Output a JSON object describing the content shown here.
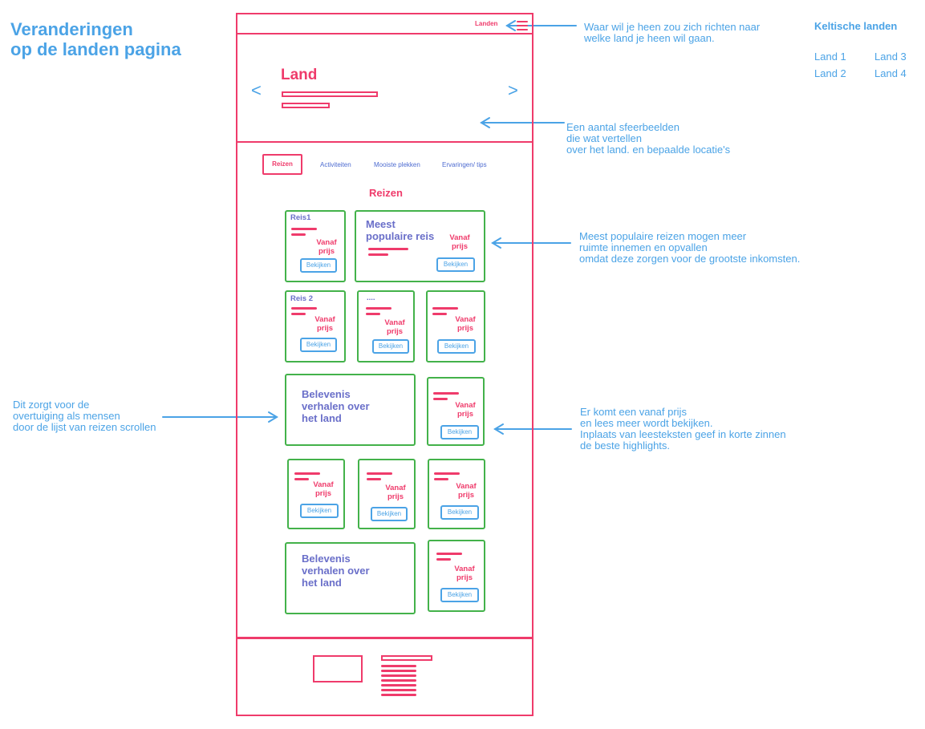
{
  "heading": {
    "line1": "Veranderingen",
    "line2": "op de landen pagina"
  },
  "menu": {
    "title": "Keltische landen",
    "items": [
      "Land 1",
      "Land 3",
      "Land 2",
      "Land 4"
    ]
  },
  "annotations": {
    "nav": [
      "Waar wil je heen zou zich richten naar",
      "welke land je heen wil gaan."
    ],
    "hero": [
      "Een aantal sfeerbeelden",
      "die wat vertellen",
      "over het land. en bepaalde locatie's"
    ],
    "popular": [
      "Meest populaire reizen mogen meer",
      "ruimte innemen en opvallen",
      "omdat deze zorgen voor de grootste inkomsten."
    ],
    "stories": [
      "Dit zorgt voor de",
      "overtuiging als mensen",
      "door de lijst van reizen scrollen"
    ],
    "price": [
      "Er komt een vanaf prijs",
      "en lees meer wordt bekijken.",
      "Inplaats van leesteksten geef in korte zinnen",
      "de beste highlights."
    ]
  },
  "wireframe": {
    "nav_label": "Landen",
    "hero_title": "Land",
    "hero_prev": "<",
    "hero_next": ">",
    "tabs": [
      "Reizen",
      "Activiteiten",
      "Mooiste plekken",
      "Ervaringen/ tips"
    ],
    "section_title": "Reizen",
    "card_price": "Vanaf\nprijs",
    "card_button": "Bekijken",
    "reis1": "Reis1",
    "reis2": "Reis 2",
    "dots": "....",
    "popular_title": "Meest\npopulaire reis",
    "story_title": "Belevenis\nverhalen over\nhet land"
  },
  "colors": {
    "annotation": "#4ba3e6",
    "frame": "#ef3b6b",
    "card": "#43b24a",
    "card_title": "#6a6fc9"
  }
}
